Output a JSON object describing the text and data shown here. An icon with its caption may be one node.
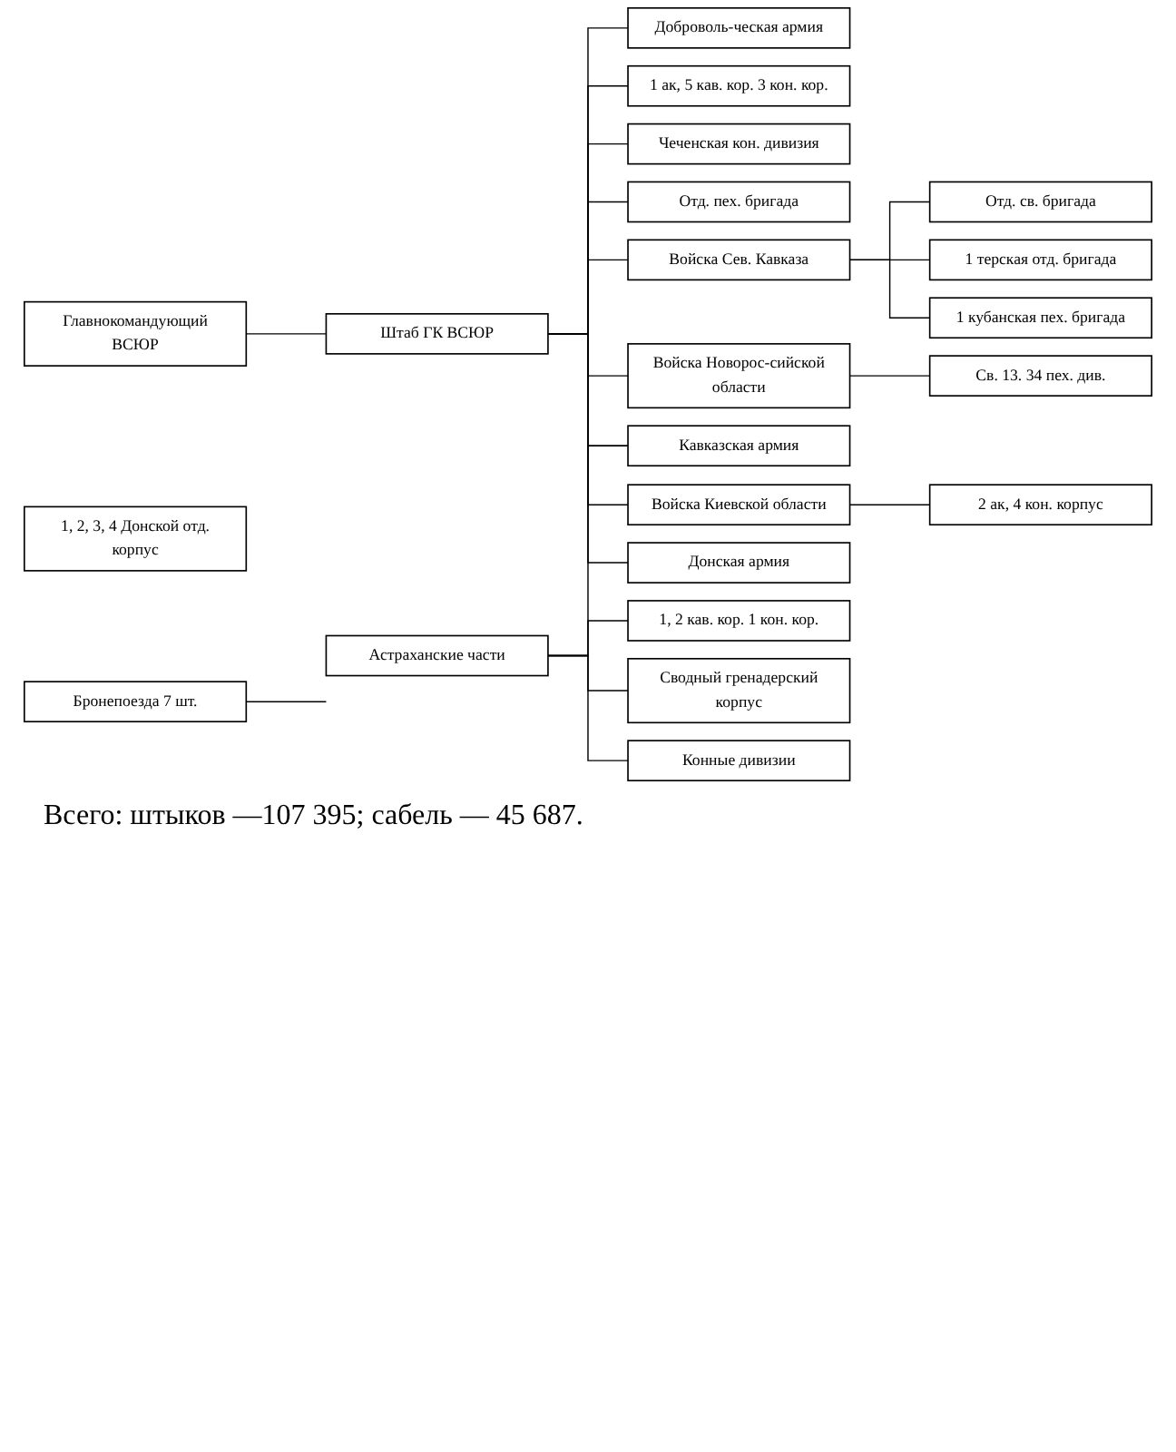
{
  "diagram": {
    "nodes": [
      {
        "text": [
          "Главнокомандующий ВСЮР"
        ]
      },
      {
        "text": [
          "Штаб ГК ВСЮР"
        ]
      },
      {
        "text": [
          "Доброволь-ческая армия"
        ]
      },
      {
        "text": [
          "1 ак, 5 кав. кор. 3 кон. кор."
        ]
      },
      {
        "text": [
          "Чеченская кон. дивизия"
        ]
      },
      {
        "text": [
          "Отд. пех. бригада"
        ]
      },
      {
        "text": [
          "Астраханские части"
        ]
      },
      {
        "text": [
          "Кавказская армия"
        ]
      },
      {
        "text": [
          "1, 2 кав. кор. 1 кон. кор."
        ]
      },
      {
        "text": [
          "Сводный гренадерский корпус"
        ]
      },
      {
        "text": [
          "Конные дивизии"
        ]
      },
      {
        "text": [
          "Войска Сев. Кавказа"
        ]
      },
      {
        "text": [
          "Отд. св. бригада"
        ]
      },
      {
        "text": [
          "1 терская отд. бригада"
        ]
      },
      {
        "text": [
          "1 кубанская пех. бригада"
        ]
      },
      {
        "text": [
          "Войска Новорос-сийской области"
        ]
      },
      {
        "text": [
          "Св. 13. 34 пех. див."
        ]
      },
      {
        "text": [
          "Войска Киевской области"
        ]
      },
      {
        "text": [
          "2 ак, 4 кон. корпус"
        ]
      },
      {
        "text": [
          "Донская армия"
        ]
      },
      {
        "text": [
          "1, 2, 3, 4 Донской отд. корпус"
        ]
      },
      {
        "text": [
          "Бронепоезда 7 шт."
        ]
      }
    ],
    "edges": [
      {
        "from": 0,
        "to": 1,
        "arrow": "none"
      },
      {
        "from": 1,
        "to": 2,
        "arrow": "none"
      },
      {
        "from": 1,
        "to": 3,
        "arrow": "none"
      },
      {
        "from": 1,
        "to": 4,
        "arrow": "none"
      },
      {
        "from": 1,
        "to": 5,
        "arrow": "none"
      },
      {
        "from": 1,
        "to": 7,
        "arrow": "none"
      },
      {
        "from": 1,
        "to": 11,
        "arrow": "none"
      },
      {
        "from": 1,
        "to": 15,
        "arrow": "none"
      },
      {
        "from": 1,
        "to": 17,
        "arrow": "none"
      },
      {
        "from": 1,
        "to": 19,
        "arrow": "none"
      },
      {
        "from": 6,
        "to": 7,
        "arrow": "none"
      },
      {
        "from": 6,
        "to": 8,
        "arrow": "none"
      },
      {
        "from": 6,
        "to": 9,
        "arrow": "none"
      },
      {
        "from": 6,
        "to": 10,
        "arrow": "none"
      },
      {
        "from": 11,
        "to": 12,
        "arrow": "none"
      },
      {
        "from": 11,
        "to": 13,
        "arrow": "none"
      },
      {
        "from": 11,
        "to": 14,
        "arrow": "none"
      },
      {
        "from": 15,
        "to": 16,
        "arrow": "none"
      },
      {
        "from": 17,
        "to": 18,
        "arrow": "none"
      },
      {
        "from": 21,
        "to": null,
        "arrow": "none"
      }
    ],
    "labels": [
      "Всего: штыков —107 395; сабель — 45 687."
    ]
  }
}
